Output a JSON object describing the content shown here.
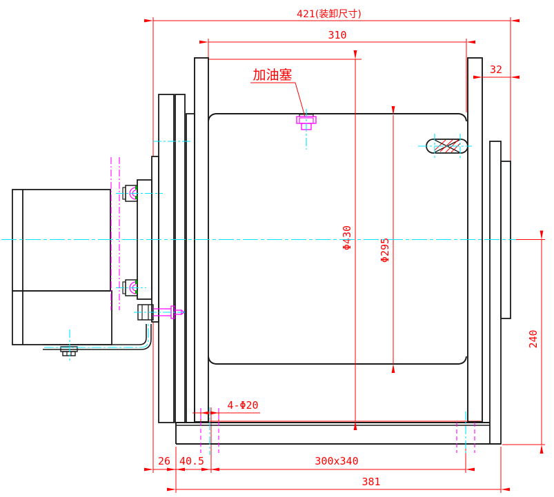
{
  "drawing": {
    "type": "engineering-cad-side-view",
    "labels": {
      "oil_plug": "加油塞",
      "hole_callout": "4-Φ20"
    },
    "dims": {
      "overall": "421(装卸尺寸)",
      "drum_length": "310",
      "side_plate": "32",
      "flange_diameter": "Φ430",
      "drum_diameter": "Φ295",
      "height_below_axis": "240",
      "bracket_to_base": "26",
      "edge_to_hole": "40.5",
      "hole_pattern": "300x340",
      "base_length": "381"
    },
    "colors": {
      "dimension": "#ff0000",
      "outline": "#1a1a1a",
      "centerline": "#00e5ff",
      "hidden": "#ff00ff",
      "accent_green": "#00a000",
      "background": "#ffffff"
    }
  }
}
